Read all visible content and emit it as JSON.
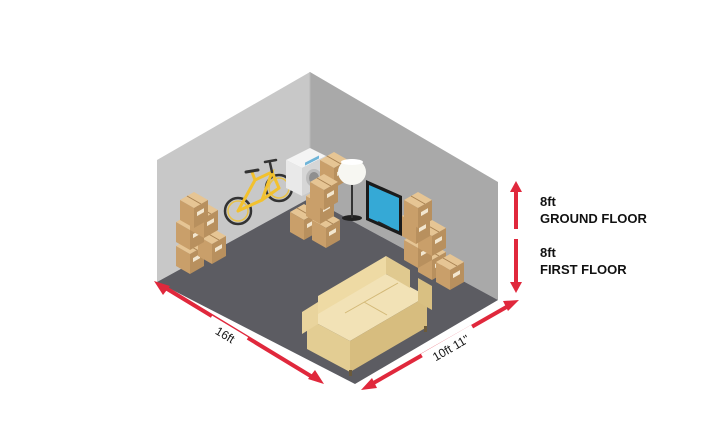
{
  "colors": {
    "back_wall": "#c8c8c8",
    "right_wall": "#a7a7a7",
    "floor": "#5c5c62",
    "dimension_arrow": "#e0283c",
    "box": "#d4ad7a",
    "sofa": "#efdcab"
  },
  "dimensions": {
    "width_label": "16ft",
    "depth_label": "10ft 11\""
  },
  "heights": {
    "ground_value": "8ft",
    "ground_label": "GROUND FLOOR",
    "first_value": "8ft",
    "first_label": "FIRST FLOOR"
  },
  "items": {
    "bicycle": "bicycle-icon",
    "washing_machine": "washing-machine-icon",
    "floor_lamp": "floor-lamp-icon",
    "television": "television-icon",
    "sofa": "sofa-icon",
    "boxes": "cardboard-box-icon"
  }
}
